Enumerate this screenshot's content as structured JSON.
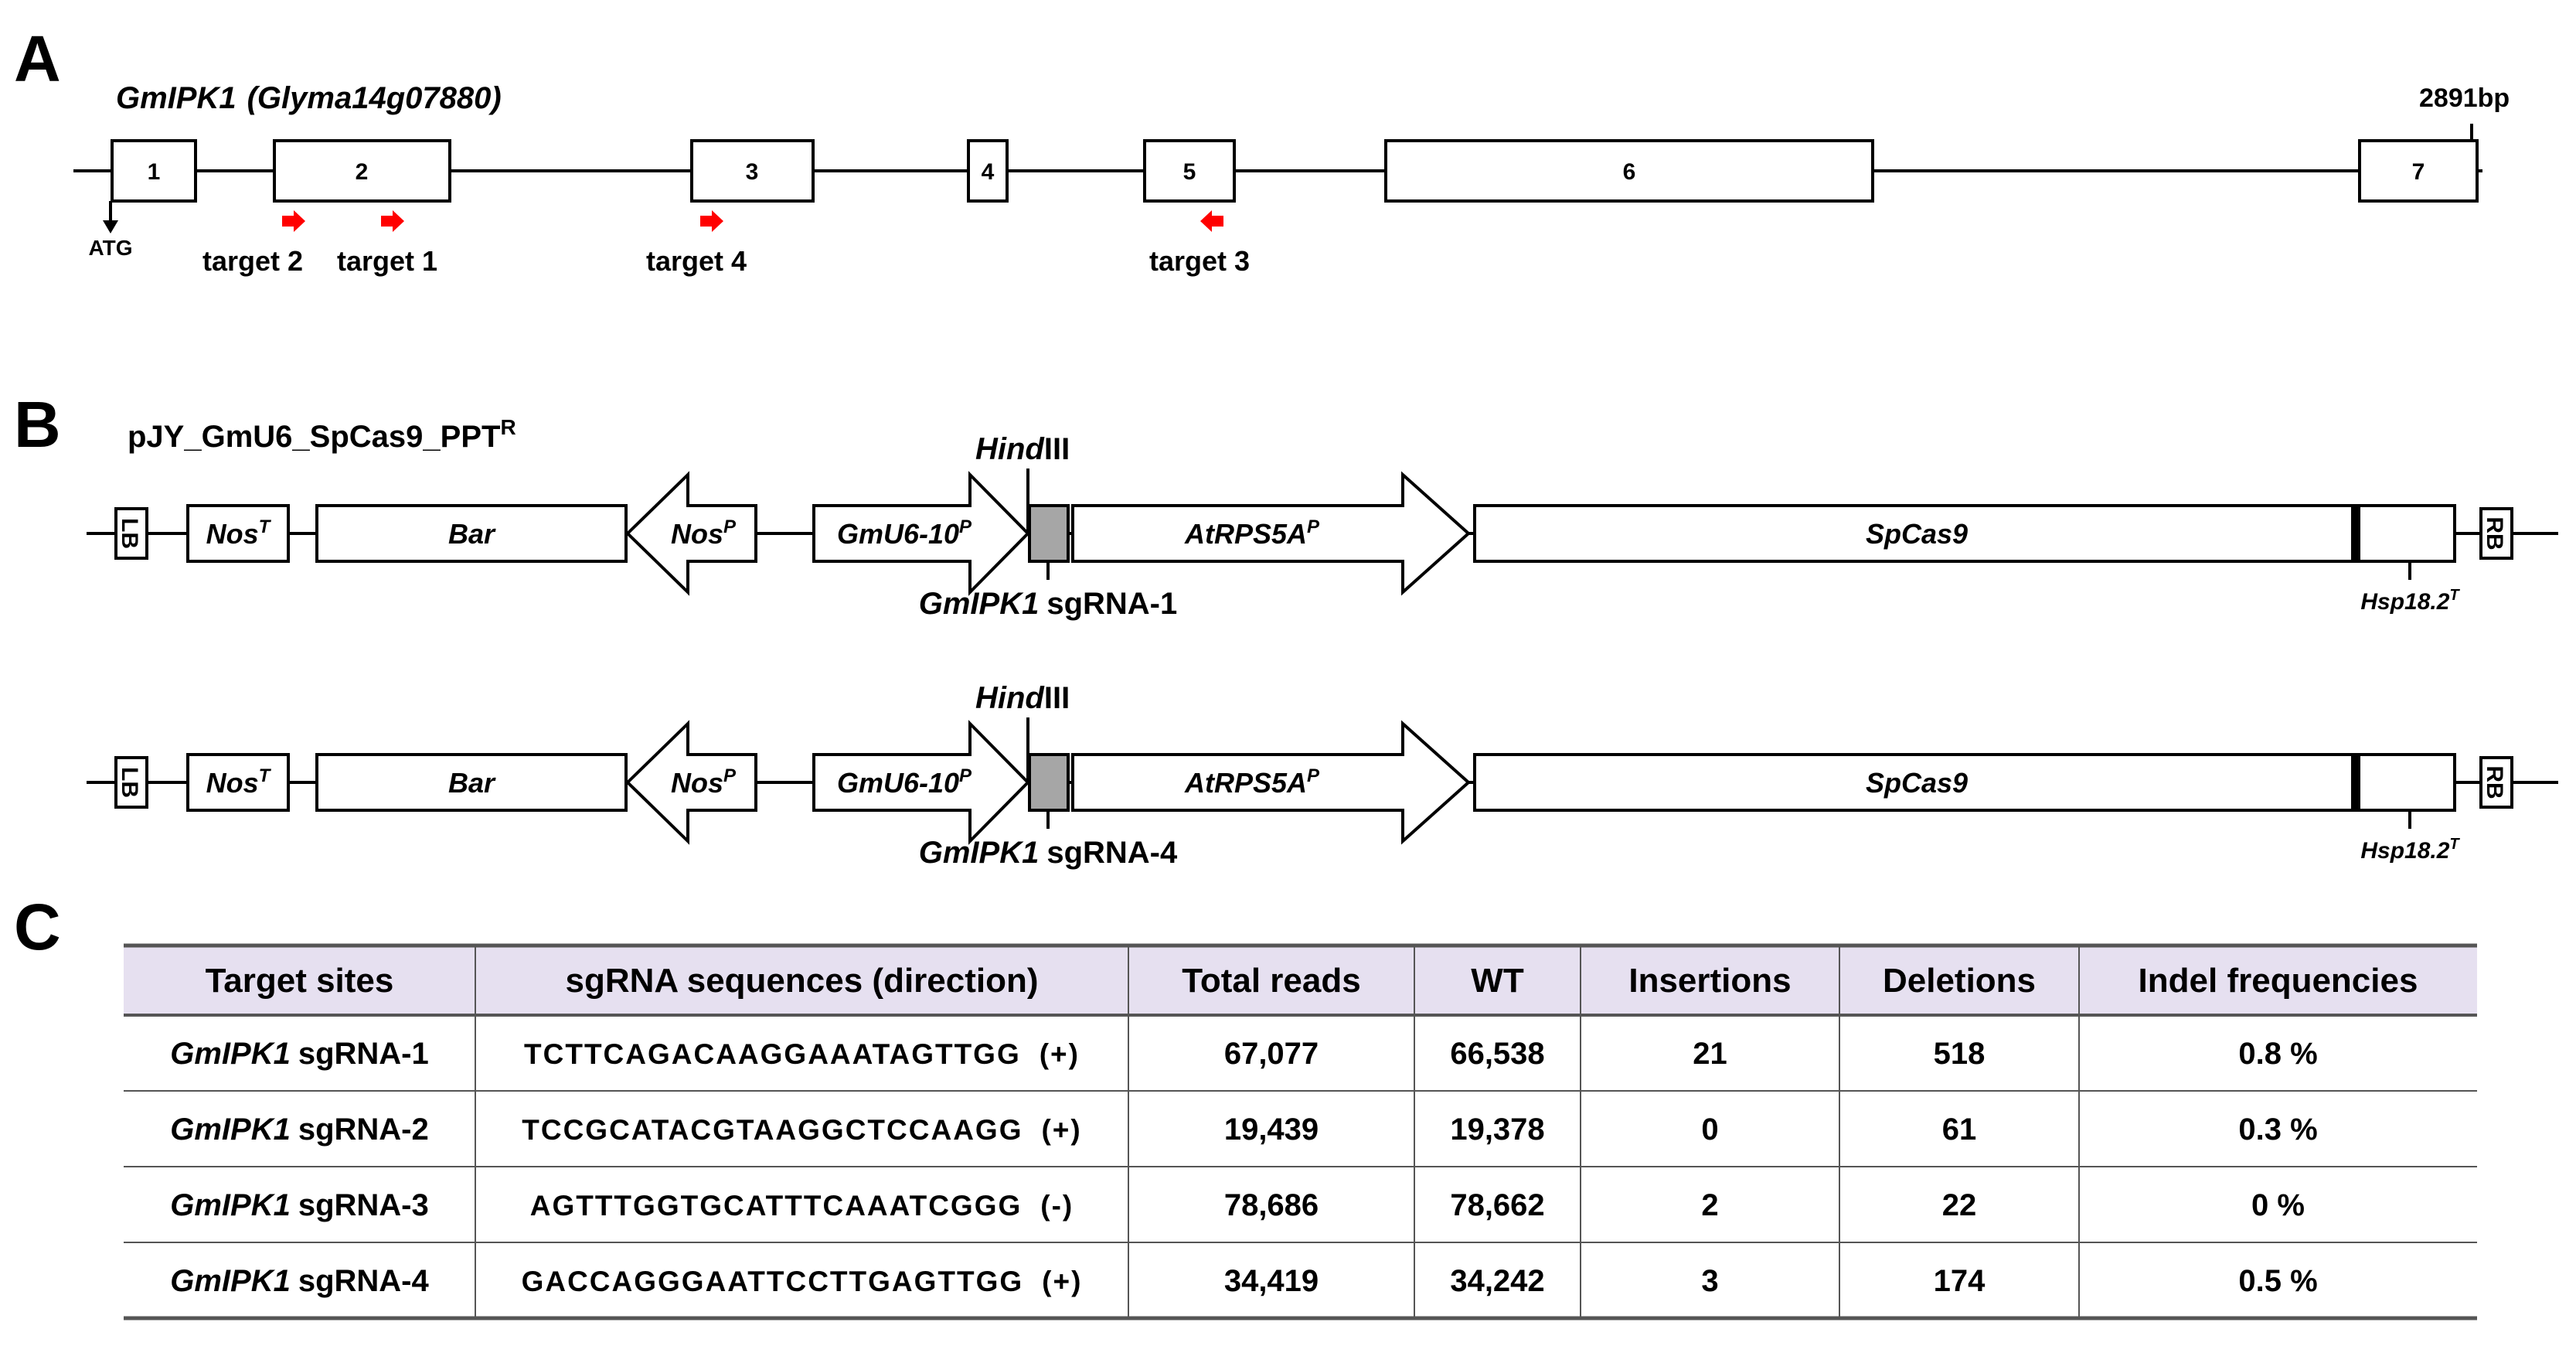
{
  "panels": {
    "a": "A",
    "b": "B",
    "c": "C"
  },
  "gene": {
    "name": "GmIPK1",
    "locus": "(Glyma14g07880)",
    "length_label": "2891bp",
    "atg": "ATG",
    "exons": [
      "1",
      "2",
      "3",
      "4",
      "5",
      "6",
      "7"
    ],
    "targets": [
      "target 2",
      "target 1",
      "target 4",
      "target 3"
    ]
  },
  "construct": {
    "name": "pJY_GmU6_SpCas9_PPT",
    "name_sup": "R",
    "lb": "LB",
    "rb": "RB",
    "nos_t": "Nos",
    "nos_t_sup": "T",
    "bar": "Bar",
    "nos_p": "Nos",
    "nos_p_sup": "P",
    "gmu6": "GmU6-10",
    "gmu6_sup": "P",
    "atrps": "AtRPS5A",
    "atrps_sup": "P",
    "spcas9": "SpCas9",
    "hind_italic": "Hind",
    "hind_rest": "III",
    "hsp": "Hsp18.2",
    "hsp_sup": "T",
    "sgrna_gene": "GmIPK1",
    "sgrna_1": "sgRNA-1",
    "sgrna_4": "sgRNA-4"
  },
  "colors": {
    "header_bg": "#e6e0f0",
    "arrow_red": "#ff0000",
    "sgrna_box": "#a6a6a6"
  },
  "table": {
    "headers": [
      "Target sites",
      "sgRNA  sequences (direction)",
      "Total reads",
      "WT",
      "Insertions",
      "Deletions",
      "Indel frequencies"
    ],
    "rows": [
      {
        "gene": "GmIPK1",
        "site": "sgRNA-1",
        "seq": "TCTTCAGACAAGGAAATAGTTGG",
        "dir": "(+)",
        "total": "67,077",
        "wt": "66,538",
        "ins": "21",
        "del": "518",
        "freq": "0.8 %"
      },
      {
        "gene": "GmIPK1",
        "site": "sgRNA-2",
        "seq": "TCCGCATACGTAAGGCTCCAAGG",
        "dir": "(+)",
        "total": "19,439",
        "wt": "19,378",
        "ins": "0",
        "del": "61",
        "freq": "0.3 %"
      },
      {
        "gene": "GmIPK1",
        "site": "sgRNA-3",
        "seq": "AGTTTGGTGCATTTCAAATCGGG",
        "dir": "(-)",
        "total": "78,686",
        "wt": "78,662",
        "ins": "2",
        "del": "22",
        "freq": "0 %"
      },
      {
        "gene": "GmIPK1",
        "site": "sgRNA-4",
        "seq": "GACCAGGGAATTCCTTGAGTTGG",
        "dir": "(+)",
        "total": "34,419",
        "wt": "34,242",
        "ins": "3",
        "del": "174",
        "freq": "0.5 %"
      }
    ]
  }
}
